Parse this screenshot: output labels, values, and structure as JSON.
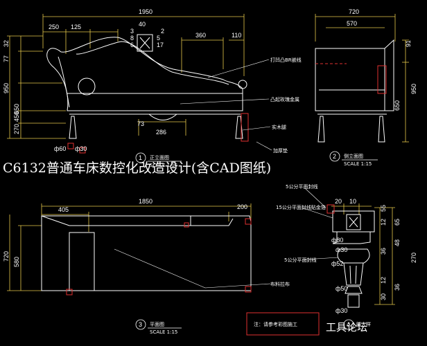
{
  "colors": {
    "background": "#000000",
    "outline": "#ffffff",
    "dimension": "#e6c84a",
    "accent": "#e03030",
    "leader": "#ffffff"
  },
  "front": {
    "dims": {
      "overall": "1950",
      "d250": "250",
      "d125": "125",
      "d40": "40",
      "d360": "360",
      "d110": "110",
      "d3": "3",
      "d8": "8",
      "d6": "6",
      "d5": "5",
      "d17": "17",
      "d2": "2"
    },
    "side_dims": {
      "h32": "32",
      "h77": "77",
      "h950": "950",
      "h650": "650",
      "h450": "450",
      "h270": "270"
    },
    "base_dims": {
      "d286": "286",
      "d73": "73",
      "phi60": "ф60",
      "phi30": "ф30"
    },
    "labels": {
      "l1": "打凹凸BR嵌线",
      "l2": "凸起玫瑰金属",
      "l3": "实木腿",
      "l4": "加厚垫"
    },
    "caption_num": "1",
    "caption_title": "正立面图",
    "caption_scale": "SCALE 1:15"
  },
  "side": {
    "dims": {
      "w720": "720",
      "w570": "570",
      "h91": "91",
      "h950": "950",
      "h650": "650"
    },
    "caption_num": "2",
    "caption_title": "侧立面图",
    "caption_scale": "SCALE 1:15"
  },
  "plan": {
    "dims": {
      "w1850": "1850",
      "w405": "405",
      "w200": "200",
      "h720": "720",
      "h580": "580"
    },
    "labels": {
      "l1": "布料拉布"
    },
    "caption_num": "3",
    "caption_title": "平面图",
    "caption_scale": "SCALE 1:15"
  },
  "leg": {
    "dims": {
      "w20": "20",
      "w10": "10",
      "phi80": "ф80",
      "phi30": "ф30",
      "phi52": "ф52",
      "phi50": "ф50",
      "phi30b": "ф30",
      "v55": "55",
      "v12": "12",
      "v65": "65",
      "v48": "48",
      "v36": "36",
      "v12b": "12",
      "v30": "30",
      "v270": "270",
      "v36b": "36"
    },
    "labels": {
      "l1": "5公分平面封线",
      "l2": "15公分平面封线贴金箔",
      "l3": "5公分平面封线"
    },
    "caption_num": "4",
    "caption_title": "腿大样"
  },
  "note": {
    "text": "注：请参考彩图施工"
  },
  "banner": {
    "text": "C6132普通车床数控化改造设计(含CAD图纸)"
  },
  "watermark": {
    "text": "工具论坛"
  }
}
